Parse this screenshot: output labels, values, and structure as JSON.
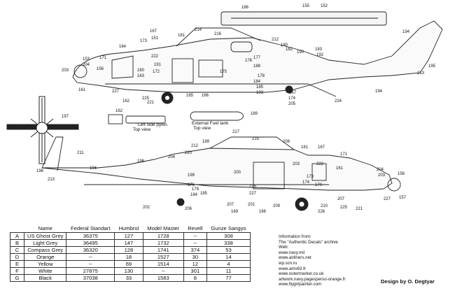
{
  "callouts_top": [
    "186",
    "155",
    "152",
    "194",
    "212",
    "214",
    "216",
    "167",
    "151",
    "181",
    "180",
    "182",
    "190",
    "183",
    "192",
    "173",
    "164",
    "222",
    "191",
    "172",
    "171",
    "160",
    "163",
    "153",
    "204",
    "203",
    "156",
    "161",
    "227",
    "162",
    "225",
    "221",
    "165",
    "166",
    "175",
    "176",
    "177",
    "188",
    "178",
    "184",
    "185",
    "193",
    "167",
    "174",
    "205",
    "224",
    "213",
    "195",
    "194",
    "197"
  ],
  "callouts_bottom": [
    "217",
    "215",
    "208",
    "167",
    "181",
    "212",
    "189",
    "220",
    "204",
    "198",
    "194",
    "211",
    "196",
    "213",
    "199",
    "176",
    "179",
    "184",
    "185",
    "225",
    "227",
    "206",
    "200",
    "202",
    "207",
    "201",
    "169",
    "209",
    "166",
    "203",
    "171",
    "161",
    "170",
    "222",
    "204",
    "203",
    "156",
    "173",
    "174",
    "221",
    "225",
    "227",
    "157",
    "207",
    "226",
    "210"
  ],
  "captions": {
    "pylon": [
      "Left side pylon",
      "Top view"
    ],
    "tank": [
      "External Fuel tank",
      "Top view"
    ],
    "pylon_num": "162",
    "tank_num": "189"
  },
  "paint_table": {
    "headers": [
      "",
      "Name",
      "Federal Standart",
      "Humbrol",
      "Model Master",
      "Revell",
      "Gunze Sangyo"
    ],
    "rows": [
      [
        "A",
        "US Ghost Grey",
        "36375",
        "127",
        "1728",
        "--",
        "308"
      ],
      [
        "B",
        "Light Grey",
        "36495",
        "147",
        "1732",
        "--",
        "338"
      ],
      [
        "C",
        "Compass Grey",
        "36320",
        "128",
        "1741",
        "374",
        "53"
      ],
      [
        "D",
        "Orange",
        "--",
        "18",
        "1527",
        "30",
        "14"
      ],
      [
        "E",
        "Yellow",
        "--",
        "69",
        "1514",
        "12",
        "4"
      ],
      [
        "F",
        "White",
        "27875",
        "130",
        "--",
        "301",
        "11"
      ],
      [
        "G",
        "Black",
        "37038",
        "33",
        "1583",
        "8",
        "77"
      ]
    ]
  },
  "info": {
    "lines": [
      "Information from:",
      "The \"Authentic Decals\" archive",
      "Web:",
      "www.navy.mil",
      "www.airliners.net",
      "wp.scn.ru",
      "www.amv63.fr",
      "www.outermarker.co.uk",
      "artwork.navy.pagesperso-orange.fr",
      "www.flygirlpainter.com"
    ]
  },
  "designer": "Design by O. Degtyar",
  "colors": {
    "line": "#222222",
    "paper": "#ffffff",
    "fill": "#f4f4f4"
  }
}
